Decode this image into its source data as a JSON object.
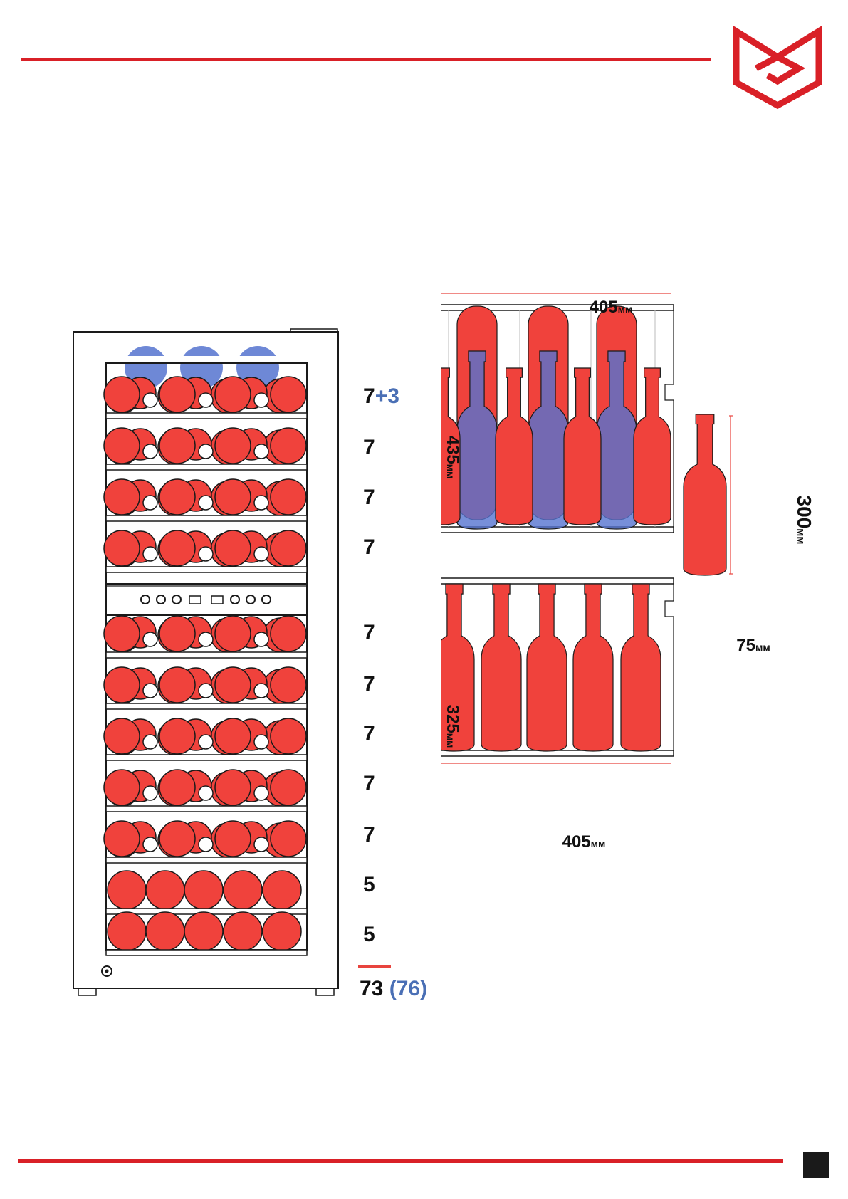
{
  "colors": {
    "accent": "#d92027",
    "bottle_red": "#f0423c",
    "bottle_blue": "#5573cf",
    "outline": "#1a1a1a"
  },
  "header": {
    "logo_icon": "brand-logo-icon"
  },
  "shelves": {
    "upper": [
      {
        "count": "7",
        "extra": "+3"
      },
      {
        "count": "7",
        "extra": ""
      },
      {
        "count": "7",
        "extra": ""
      },
      {
        "count": "7",
        "extra": ""
      }
    ],
    "lower": [
      {
        "count": "7"
      },
      {
        "count": "7"
      },
      {
        "count": "7"
      },
      {
        "count": "7"
      },
      {
        "count": "7"
      },
      {
        "count": "5"
      },
      {
        "count": "5"
      }
    ],
    "total": "73",
    "total_extra": "(76)"
  },
  "dimensions": {
    "top_shelf_width": "405",
    "top_shelf_depth": "435",
    "bottle_height": "300",
    "bottle_diameter": "75",
    "bottom_shelf_depth": "325",
    "bottom_shelf_width": "405",
    "unit": "мм"
  }
}
